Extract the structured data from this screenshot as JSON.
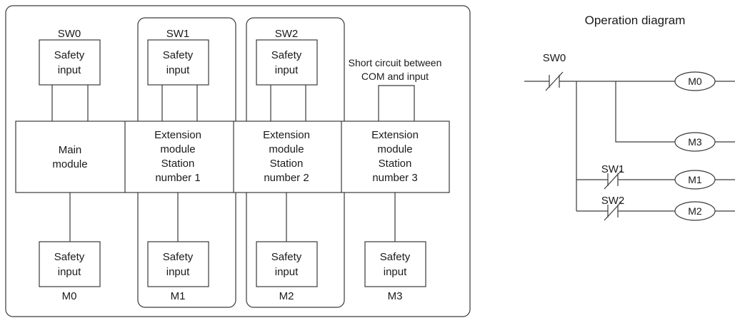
{
  "system": {
    "top_switches": [
      {
        "switch": "SW0",
        "box": [
          "Safety",
          "input"
        ]
      },
      {
        "switch": "SW1",
        "box": [
          "Safety",
          "input"
        ]
      },
      {
        "switch": "SW2",
        "box": [
          "Safety",
          "input"
        ]
      }
    ],
    "short_circuit_note": [
      "Short circuit between",
      "COM and input"
    ],
    "modules": [
      {
        "lines": [
          "Main",
          "module"
        ]
      },
      {
        "lines": [
          "Extension",
          "module",
          "Station",
          "number 1"
        ]
      },
      {
        "lines": [
          "Extension",
          "module",
          "Station",
          "number 2"
        ]
      },
      {
        "lines": [
          "Extension",
          "module",
          "Station",
          "number 3"
        ]
      }
    ],
    "bottom_inputs": [
      {
        "box": [
          "Safety",
          "input"
        ],
        "label": "M0"
      },
      {
        "box": [
          "Safety",
          "input"
        ],
        "label": "M1"
      },
      {
        "box": [
          "Safety",
          "input"
        ],
        "label": "M2"
      },
      {
        "box": [
          "Safety",
          "input"
        ],
        "label": "M3"
      }
    ]
  },
  "operation": {
    "title": "Operation diagram",
    "main_contact": "SW0",
    "branch_contacts": [
      "SW1",
      "SW2"
    ],
    "coils": [
      "M0",
      "M3",
      "M1",
      "M2"
    ]
  }
}
